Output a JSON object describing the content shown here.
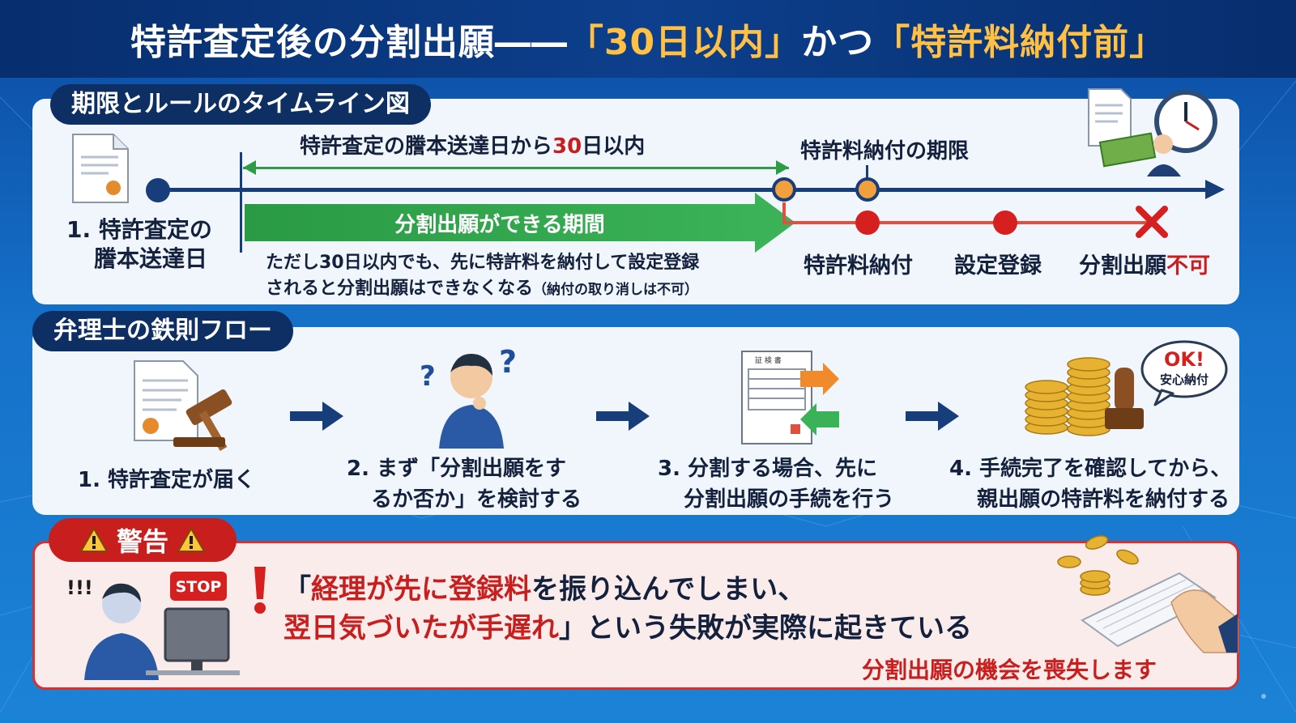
{
  "title": {
    "part1": "特許査定後の分割出願――",
    "part2": "「30日以内」",
    "part3": "かつ",
    "part4": "「特許料納付前」"
  },
  "timeline": {
    "label": "期限とルールのタイムライン図",
    "start_label_line1": "1. 特許査定の",
    "start_label_line2": "謄本送達日",
    "window_label_pre": "特許査定の謄本送達日から",
    "window_label_num": "30",
    "window_label_post": "日以内",
    "deadline_label": "特許料納付の期限",
    "possible_period": "分割出願ができる期間",
    "note_line1": "ただし30日以内でも、先に特許料を納付して設定登録",
    "note_line2_main": "されると分割出願はできなくなる",
    "note_line2_small": "（納付の取り消しは不可）",
    "event_payment": "特許料納付",
    "event_registration": "設定登録",
    "event_no_division_main": "分割出願",
    "event_no_division_red": "不可"
  },
  "flow": {
    "label": "弁理士の鉄則フロー",
    "steps": [
      {
        "line1": "1. 特許査定が届く",
        "line2": ""
      },
      {
        "line1": "2. まず「分割出願をす",
        "line2": "るか否か」を検討する"
      },
      {
        "line1": "3. 分割する場合、先に",
        "line2": "分割出願の手続を行う"
      },
      {
        "line1": "4. 手続完了を確認してから、",
        "line2": "親出願の特許料を納付する"
      }
    ],
    "doc_heading": "証 検 書",
    "ok_text": "OK!",
    "ok_sub": "安心納付"
  },
  "warning": {
    "label": "警告",
    "stop_sign": "STOP",
    "exclaim": "!!!",
    "quote_open": "「",
    "red1": "経理が先に登録料",
    "black1": "を振り込んでしまい、",
    "red2": "翌日気づいたが手遅れ",
    "black2": "」という失敗が実際に起きている",
    "conclusion": "分割出願の機会を喪失します"
  }
}
